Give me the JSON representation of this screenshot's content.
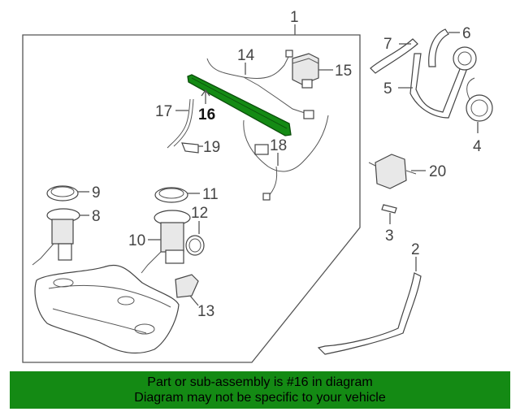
{
  "callouts": {
    "c1": "1",
    "c2": "2",
    "c3": "3",
    "c4": "4",
    "c5": "5",
    "c6": "6",
    "c7": "7",
    "c8": "8",
    "c9": "9",
    "c10": "10",
    "c11": "11",
    "c12": "12",
    "c13": "13",
    "c14": "14",
    "c15": "15",
    "c16": "16",
    "c17": "17",
    "c18": "18",
    "c19": "19",
    "c20": "20"
  },
  "highlight_color": "#148a14",
  "banner": {
    "line1": "Part or sub-assembly is #16 in diagram",
    "line2": "Diagram may not be specific to your vehicle"
  }
}
